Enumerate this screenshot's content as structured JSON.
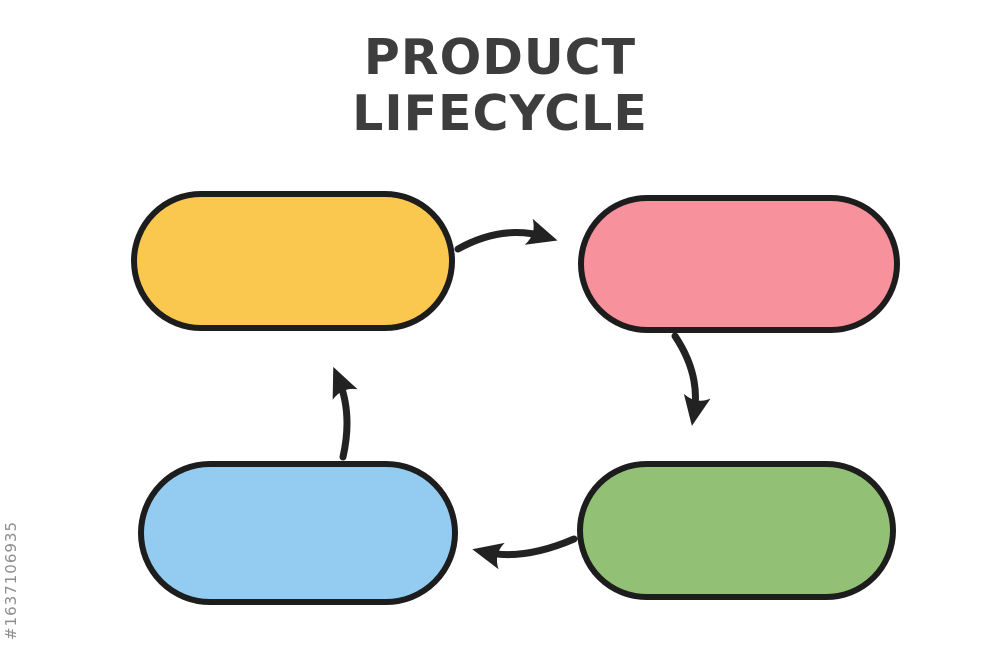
{
  "title": {
    "line1": "PRODUCT",
    "line2": "LIFECYCLE"
  },
  "title_color": "#3d3d3d",
  "watermark": "#1637106935",
  "watermark_color": "#8d8d8d",
  "background": "#ffffff",
  "diagram": {
    "type": "cycle",
    "direction": "clockwise",
    "outline_color": "#1d1d1d",
    "arrow_color": "#222222",
    "stages": [
      {
        "position": "top-left",
        "fill": "#fbc84f"
      },
      {
        "position": "top-right",
        "fill": "#f7919b"
      },
      {
        "position": "bottom-right",
        "fill": "#92c075"
      },
      {
        "position": "bottom-left",
        "fill": "#94cbf1"
      }
    ]
  }
}
